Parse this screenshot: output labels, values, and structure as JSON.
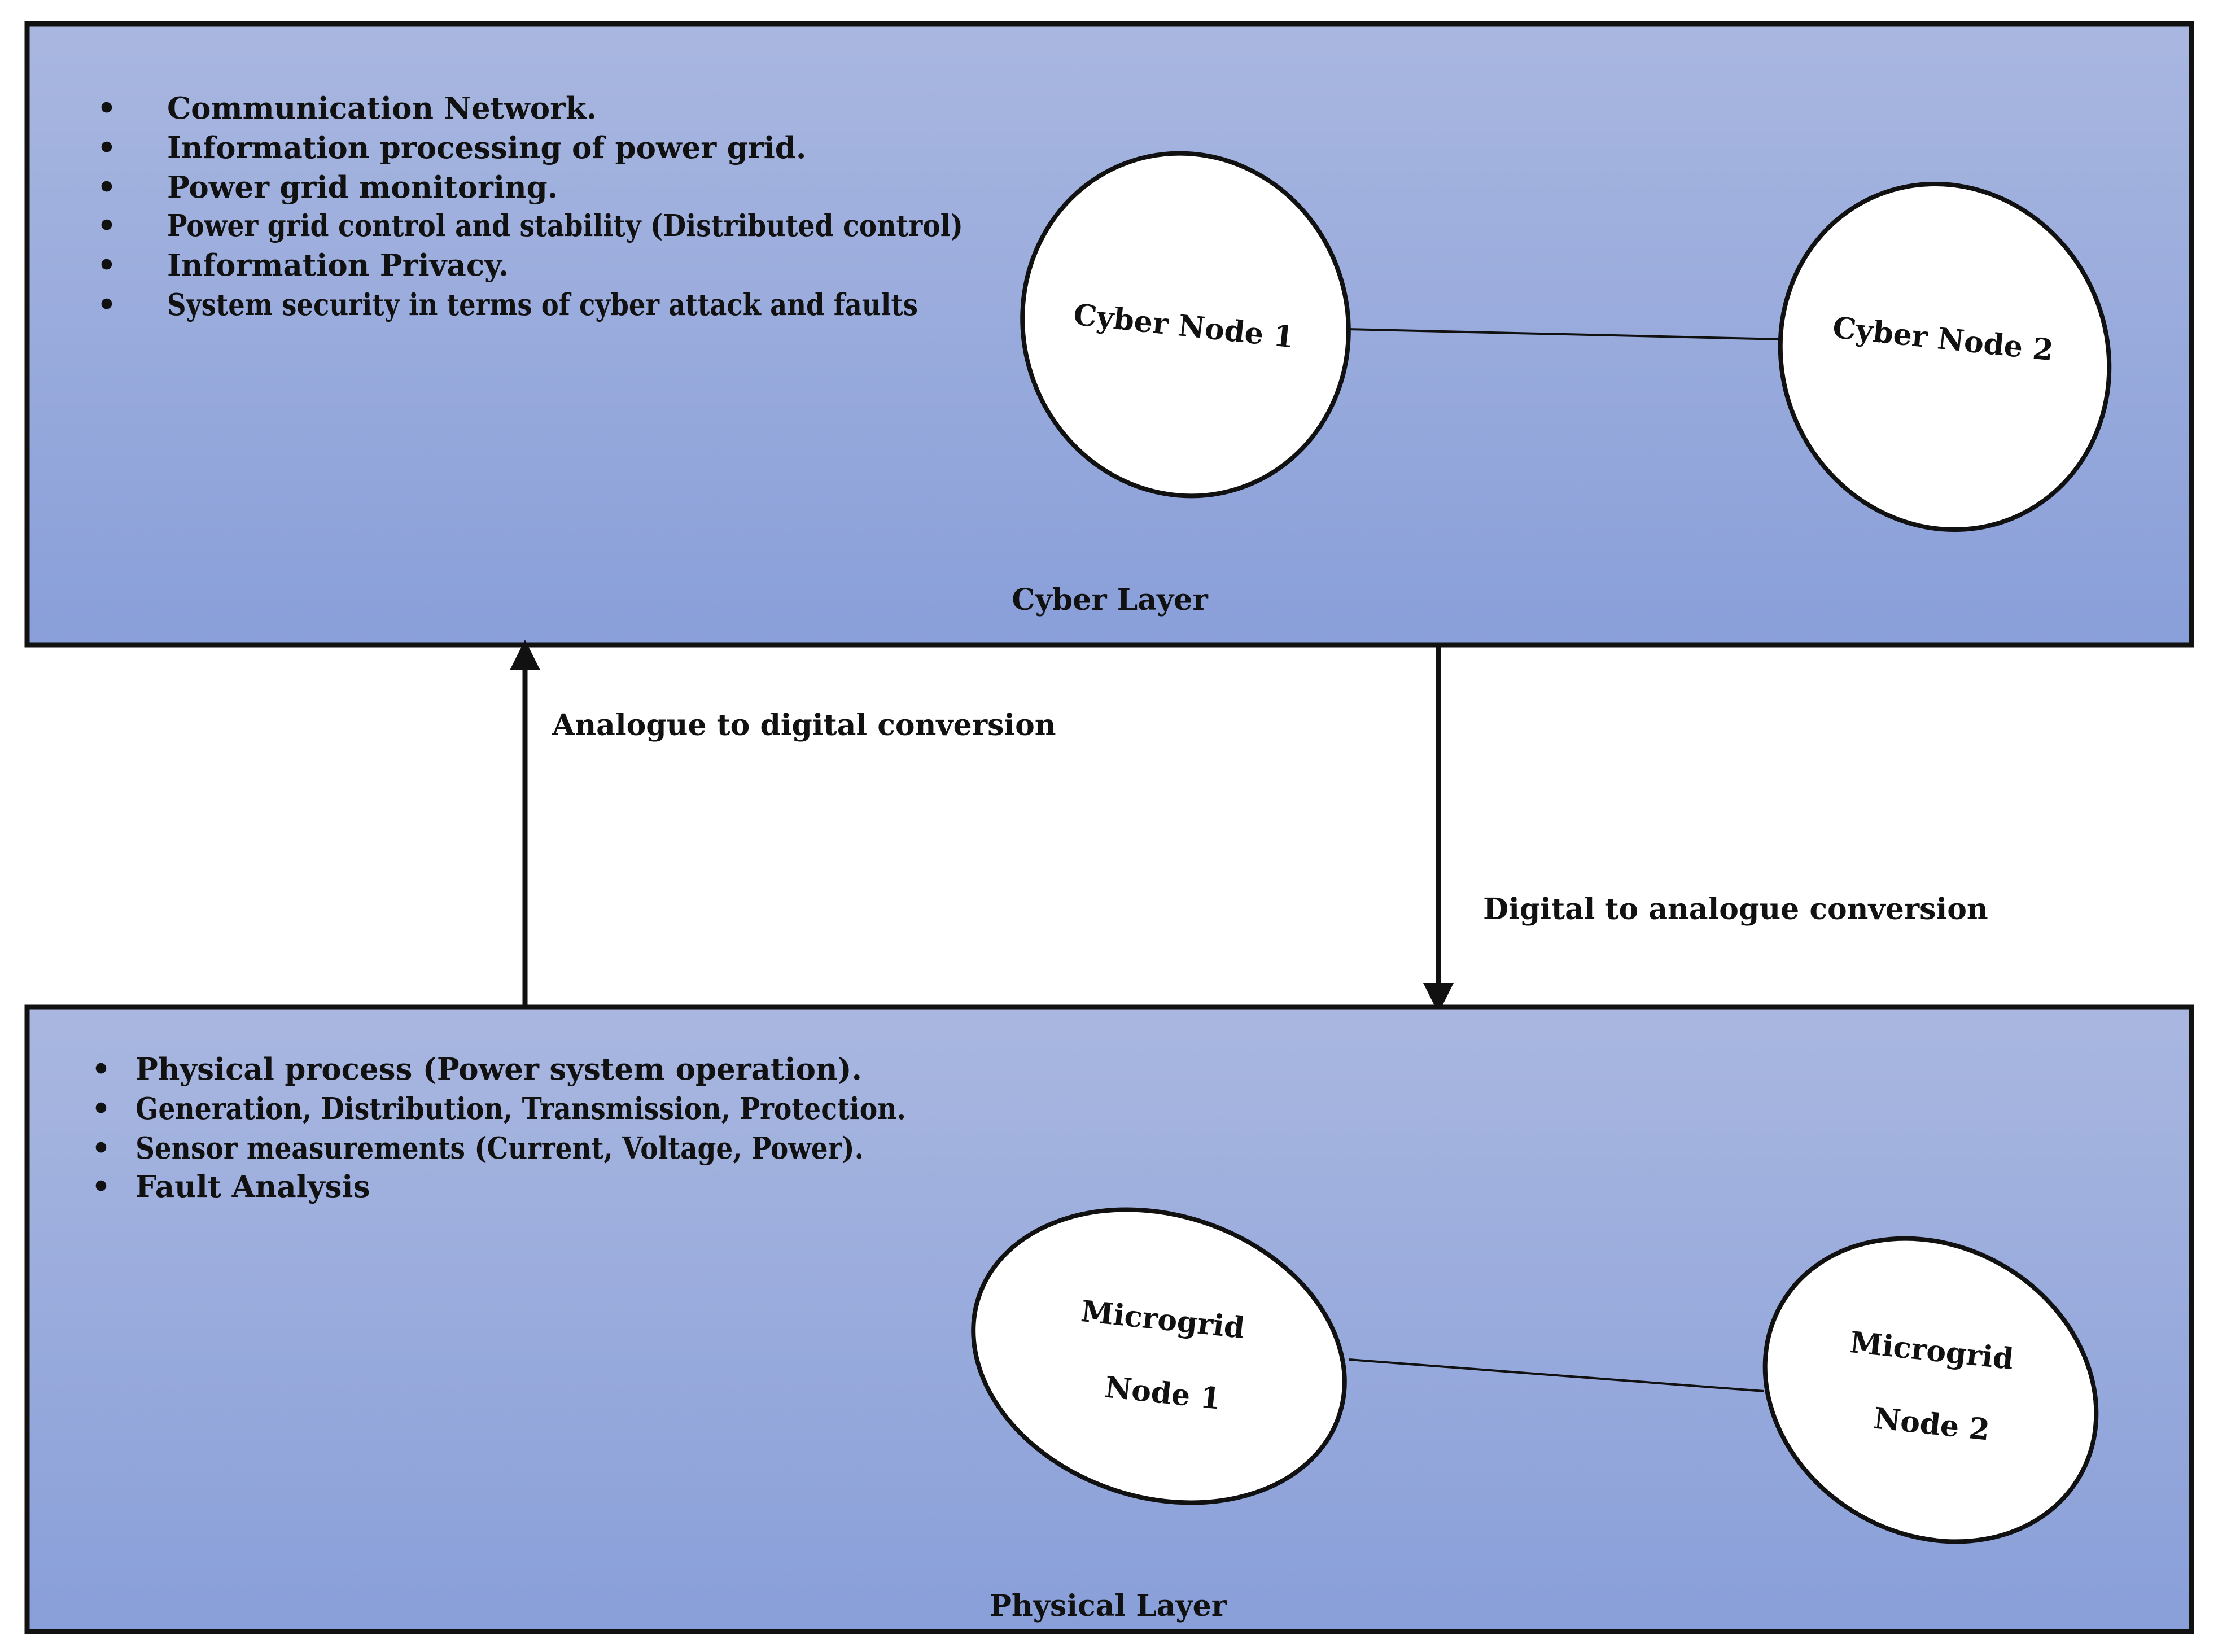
{
  "cyber_layer": {
    "title": "Cyber Layer",
    "items": [
      "Communication Network.",
      "Information processing of power grid.",
      "Power grid monitoring.",
      "Power grid control and stability (Distributed control)",
      "Information Privacy.",
      "System security in terms of cyber attack and faults"
    ],
    "nodes": [
      {
        "line1": "Cyber Node 1"
      },
      {
        "line1": "Cyber Node 2"
      }
    ]
  },
  "physical_layer": {
    "title": "Physical Layer",
    "items": [
      "Physical process (Power system operation).",
      "Generation, Distribution, Transmission, Protection.",
      "Sensor measurements (Current, Voltage, Power).",
      "Fault Analysis"
    ],
    "nodes": [
      {
        "line1": "Microgrid",
        "line2": "Node 1"
      },
      {
        "line1": "Microgrid",
        "line2": "Node 2"
      }
    ]
  },
  "connections": {
    "up_label": "Analogue to digital conversion",
    "down_label": "Digital to analogue conversion"
  },
  "bullet_char": "•",
  "colors": {
    "layer_fill_top": "#a9b7e0",
    "layer_fill_bottom": "#899fd9",
    "border": "#111111",
    "node_fill": "#ffffff"
  }
}
